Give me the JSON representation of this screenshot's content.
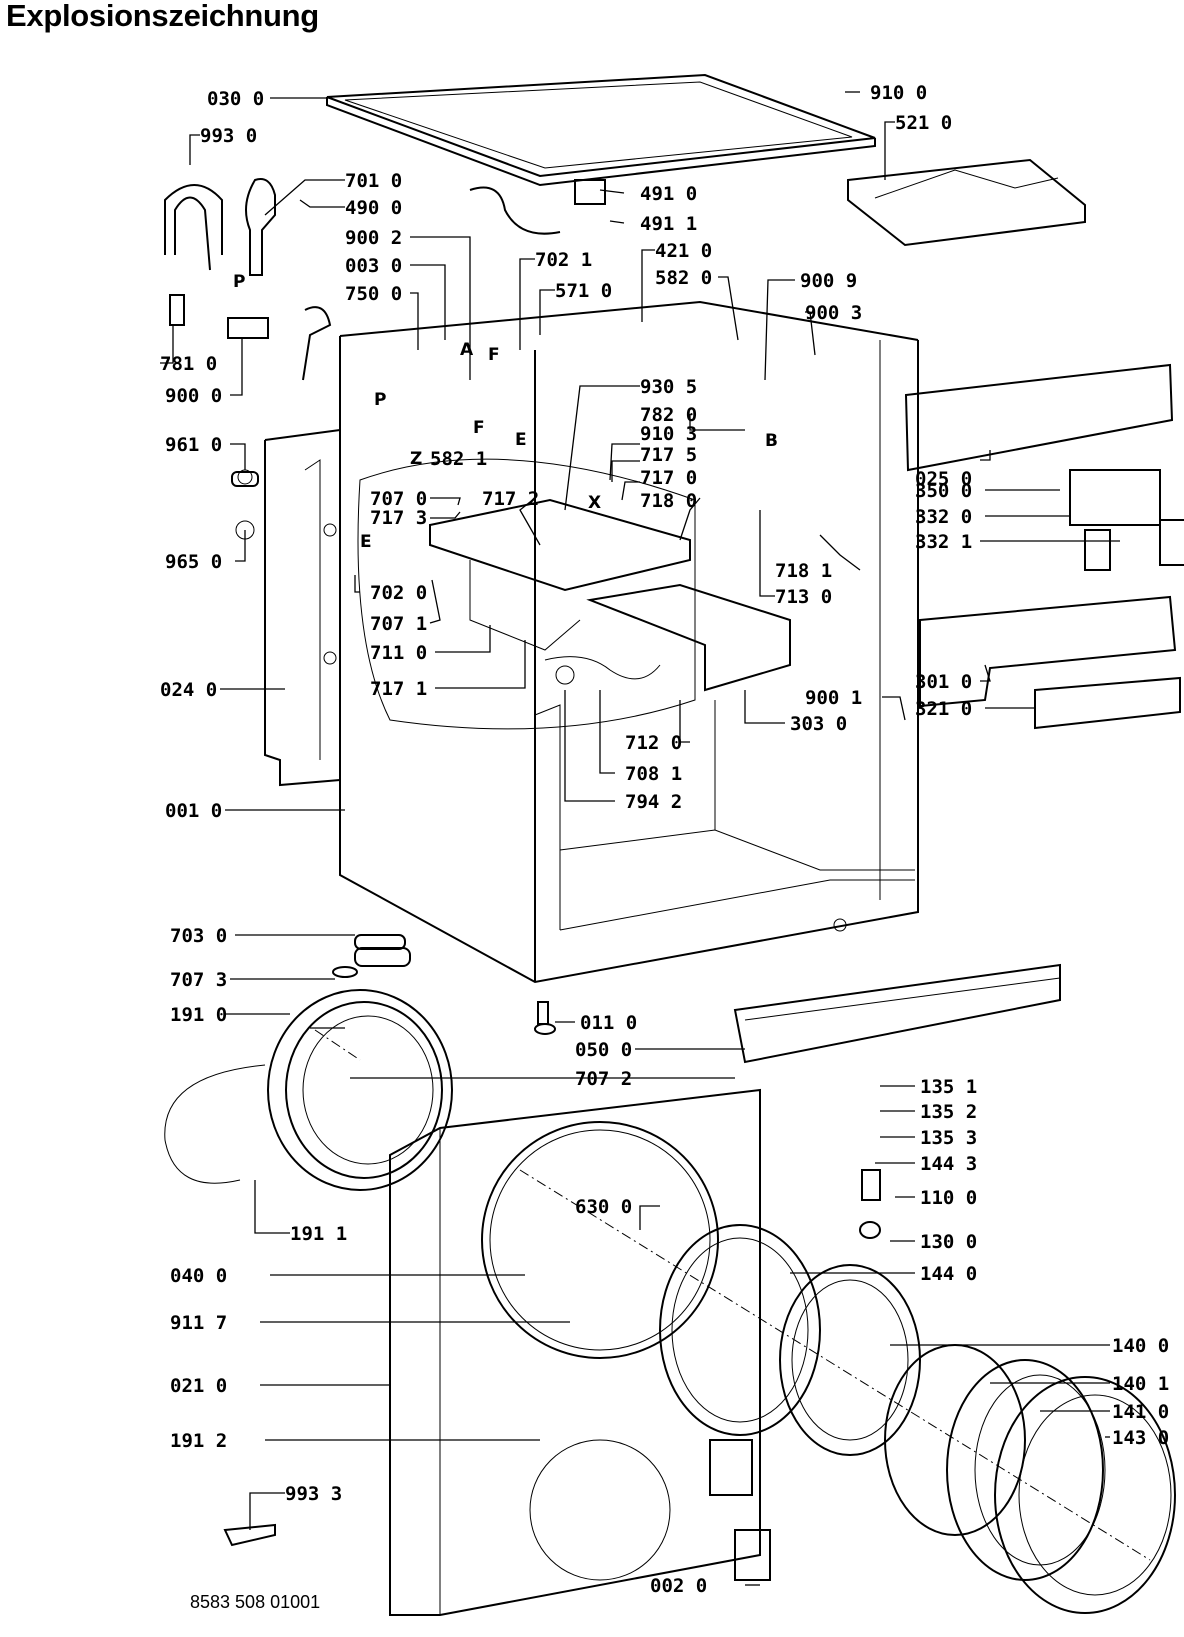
{
  "page": {
    "title": "Explosionszeichnung",
    "doc_number": "8583 508 01001"
  },
  "callouts": [
    {
      "id": "030 0"
    },
    {
      "id": "993 0"
    },
    {
      "id": "701 0"
    },
    {
      "id": "490 0"
    },
    {
      "id": "900 2"
    },
    {
      "id": "003 0"
    },
    {
      "id": "750 0"
    },
    {
      "id": "702 1"
    },
    {
      "id": "571 0"
    },
    {
      "id": "421 0"
    },
    {
      "id": "582 0"
    },
    {
      "id": "900 9"
    },
    {
      "id": "900 3"
    },
    {
      "id": "910 0"
    },
    {
      "id": "521 0"
    },
    {
      "id": "491 0"
    },
    {
      "id": "491 1"
    },
    {
      "id": "781 0"
    },
    {
      "id": "900 0"
    },
    {
      "id": "930 5"
    },
    {
      "id": "782 0"
    },
    {
      "id": "910 3"
    },
    {
      "id": "717 5"
    },
    {
      "id": "717 0"
    },
    {
      "id": "718 0"
    },
    {
      "id": "582 1"
    },
    {
      "id": "961 0"
    },
    {
      "id": "965 0"
    },
    {
      "id": "707 0"
    },
    {
      "id": "717 3"
    },
    {
      "id": "717 2"
    },
    {
      "id": "702 0"
    },
    {
      "id": "707 1"
    },
    {
      "id": "711 0"
    },
    {
      "id": "717 1"
    },
    {
      "id": "024 0"
    },
    {
      "id": "718 1"
    },
    {
      "id": "713 0"
    },
    {
      "id": "025 0"
    },
    {
      "id": "350 0"
    },
    {
      "id": "332 0"
    },
    {
      "id": "332 1"
    },
    {
      "id": "301 0"
    },
    {
      "id": "321 0"
    },
    {
      "id": "900 1"
    },
    {
      "id": "303 0"
    },
    {
      "id": "712 0"
    },
    {
      "id": "708 1"
    },
    {
      "id": "794 2"
    },
    {
      "id": "001 0"
    },
    {
      "id": "703 0"
    },
    {
      "id": "707 3"
    },
    {
      "id": "191 0"
    },
    {
      "id": "011 0"
    },
    {
      "id": "050 0"
    },
    {
      "id": "707 2"
    },
    {
      "id": "135 1"
    },
    {
      "id": "135 2"
    },
    {
      "id": "135 3"
    },
    {
      "id": "144 3"
    },
    {
      "id": "110 0"
    },
    {
      "id": "130 0"
    },
    {
      "id": "144 0"
    },
    {
      "id": "191 1"
    },
    {
      "id": "630 0"
    },
    {
      "id": "040 0"
    },
    {
      "id": "911 7"
    },
    {
      "id": "140 0"
    },
    {
      "id": "140 1"
    },
    {
      "id": "021 0"
    },
    {
      "id": "141 0"
    },
    {
      "id": "143 0"
    },
    {
      "id": "191 2"
    },
    {
      "id": "993 3"
    },
    {
      "id": "002 0"
    }
  ],
  "markers": [
    "P",
    "P",
    "A",
    "F",
    "F",
    "E",
    "E",
    "Z",
    "B",
    "X"
  ]
}
